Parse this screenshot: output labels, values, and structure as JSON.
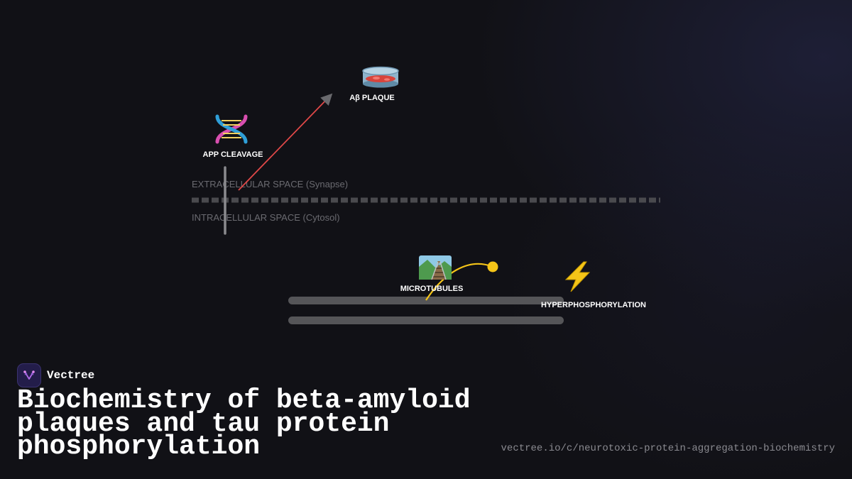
{
  "diagram": {
    "nodes": {
      "app_cleavage": {
        "label": "APP CLEAVAGE",
        "icon": "dna-icon"
      },
      "ab_plaque": {
        "label": "Aβ PLAQUE",
        "icon": "petri-dish-icon"
      },
      "microtubules": {
        "label": "MICROTUBULES",
        "icon": "railway-track-icon"
      },
      "hyperphosphorylation": {
        "label": "HYPERPHOSPHORYLATION",
        "icon": "lightning-icon"
      }
    },
    "regions": {
      "extracellular": "EXTRACELLULAR SPACE (Synapse)",
      "intracellular": "INTRACELLULAR SPACE (Cytosol)"
    },
    "colors": {
      "aggregation_arrow": "#e04848",
      "phosphorylation_curve": "#f5c518",
      "membrane": "#4a4a4e",
      "microtubule": "#555558"
    }
  },
  "brand": {
    "name": "Vectree"
  },
  "title": "Biochemistry of beta-amyloid plaques and tau protein phosphorylation",
  "url": "vectree.io/c/neurotoxic-protein-aggregation-biochemistry"
}
